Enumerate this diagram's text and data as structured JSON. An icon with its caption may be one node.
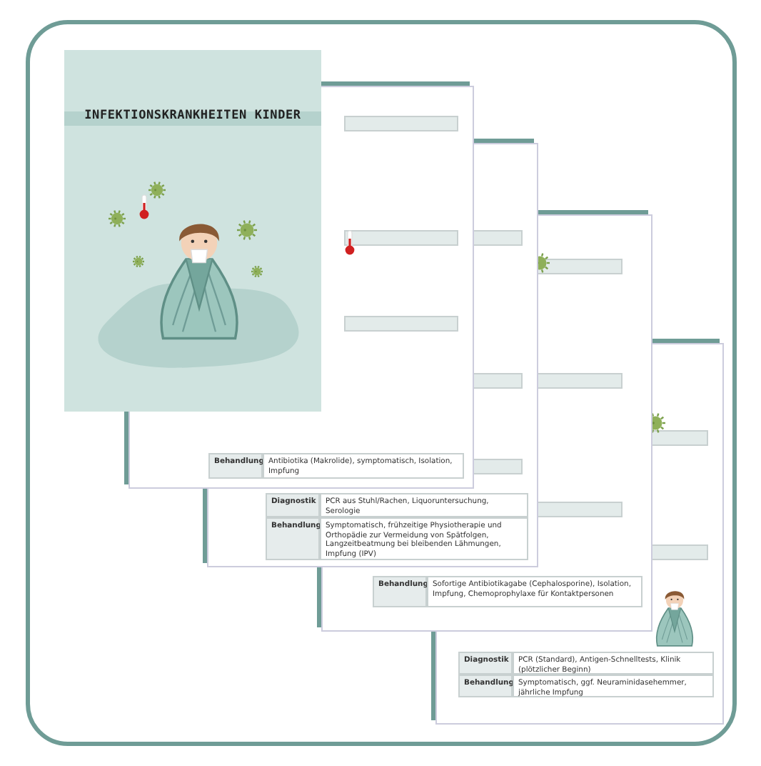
{
  "diagram": {
    "title": "INFEKTIONSKRANKHEITEN KINDER",
    "labels": [
      "Behandlung",
      "Antibiotika (Makrolide), symptomatisch, Isolation, Impfung",
      "Diagnostik",
      "PCR aus Stuhl/Rachen, Liquoruntersuchung, Serologie",
      "Behandlung",
      "Symptomatisch, frühzeitige Physiotherapie und Orthopädie zur Vermeidung von Spätfolgen, Langzeitbeatmung bei bleibenden Lähmungen, Impfung (IPV)",
      "Behandlung",
      "Sofortige Antibiotikagabe (Cephalosporine), Isolation, Impfung, Chemoprophylaxe für Kontaktpersonen",
      "Diagnostik",
      "PCR (Standard), Antigen-Schnelltests, Klinik (plötzlicher Beginn)",
      "Behandlung",
      "Symptomatisch, ggf. Neuraminidasehemmer, jährliche Impfung"
    ]
  }
}
